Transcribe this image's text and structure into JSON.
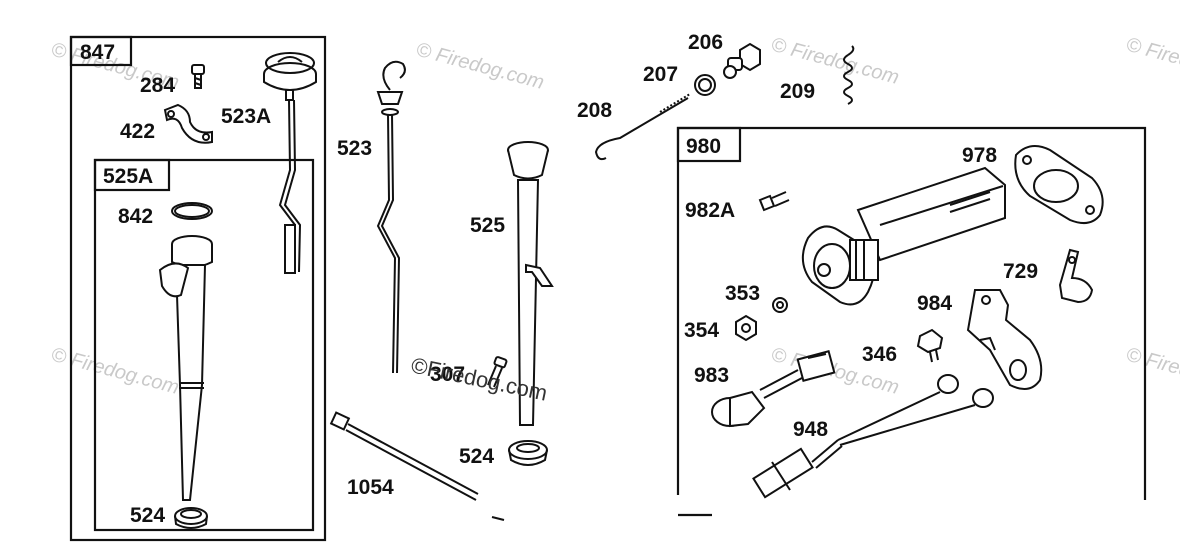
{
  "groups": {
    "g847": "847",
    "g525a": "525A",
    "g980": "980"
  },
  "labels": {
    "p284": "284",
    "p422": "422",
    "p523a": "523A",
    "p842": "842",
    "p524_left": "524",
    "p523": "523",
    "p525": "525",
    "p307": "307",
    "p524_mid": "524",
    "p1054": "1054",
    "p206": "206",
    "p207": "207",
    "p208": "208",
    "p209": "209",
    "p978": "978",
    "p982a": "982A",
    "p353": "353",
    "p354": "354",
    "p984": "984",
    "p729": "729",
    "p346": "346",
    "p983": "983",
    "p948": "948"
  },
  "watermarks": {
    "text": "© Firedog.com",
    "overlay": "©Firedog.com"
  }
}
